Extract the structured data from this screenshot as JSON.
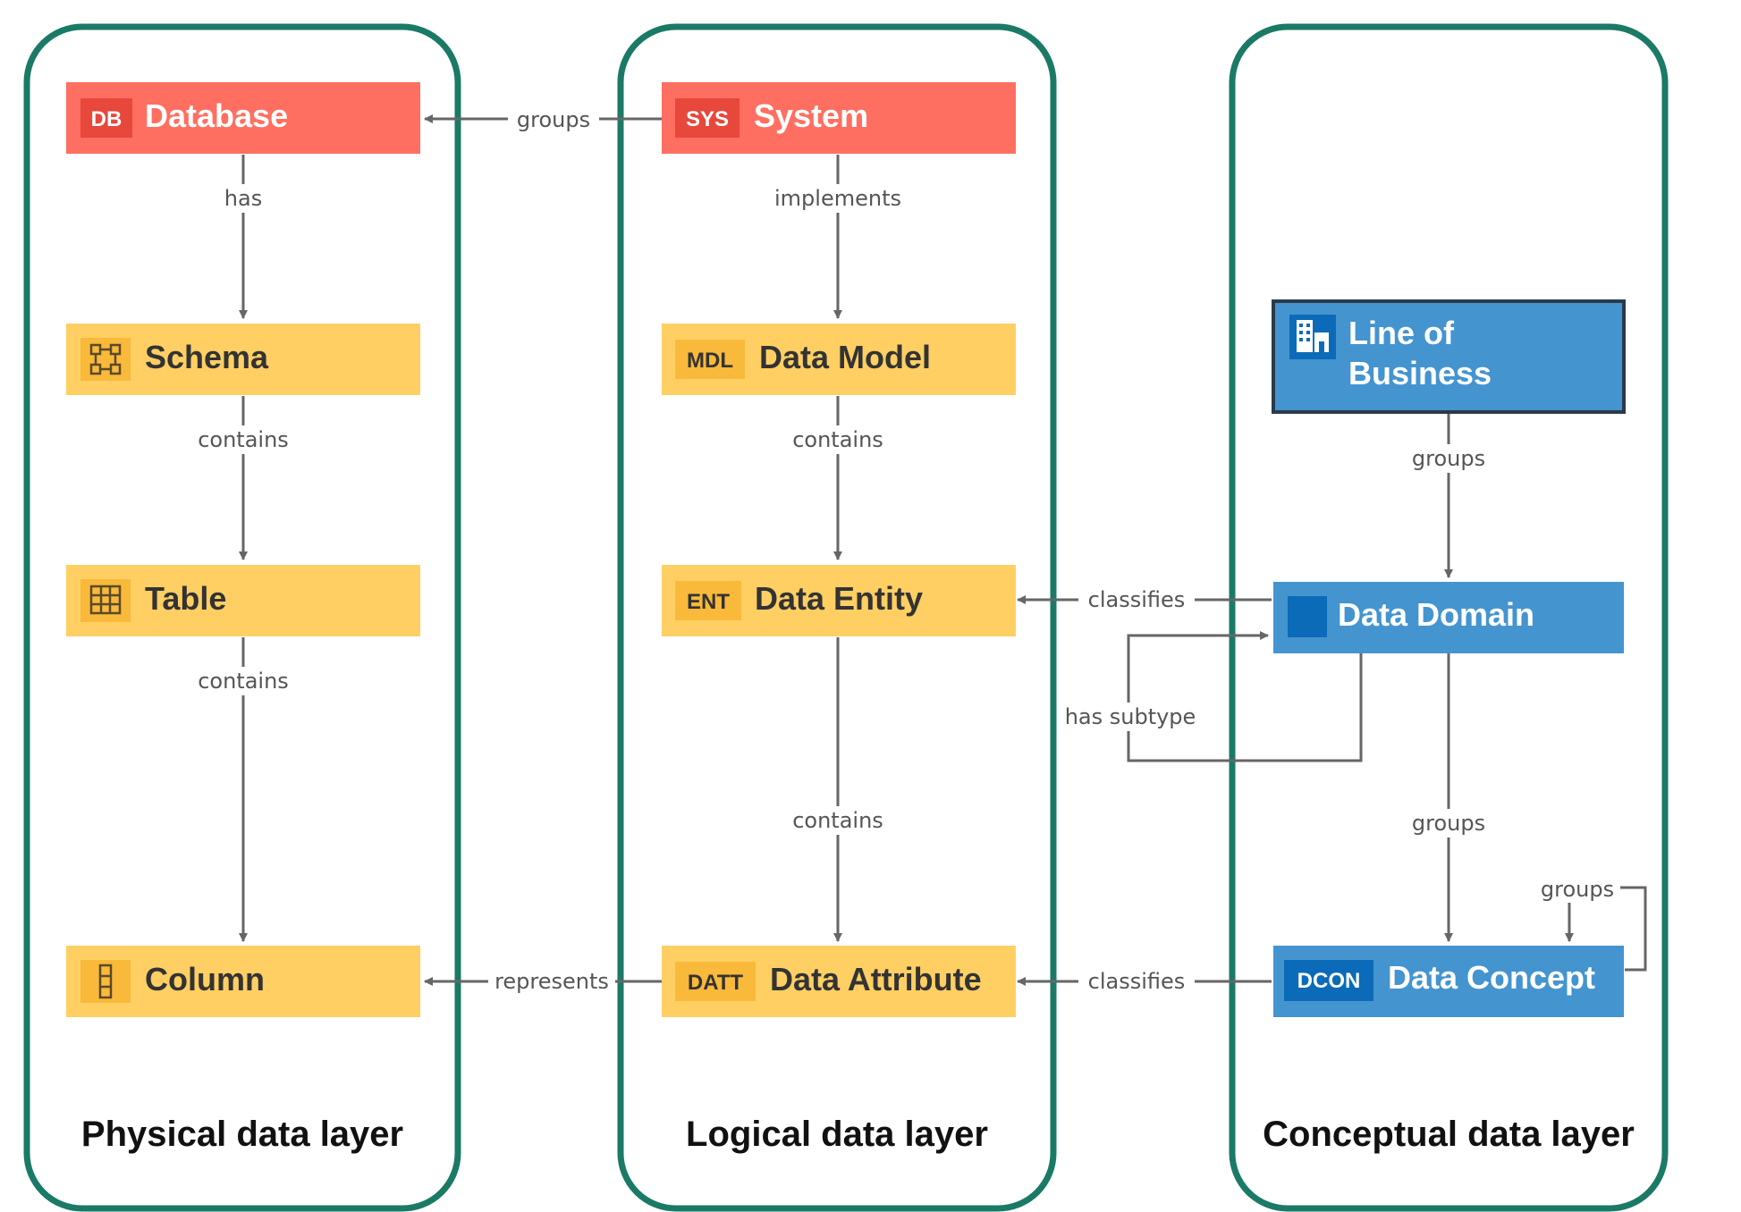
{
  "colors": {
    "layer_border": "#1a7a66",
    "red_node": "#ff6f61",
    "red_badge": "#e8473b",
    "yellow_node": "#ffcf63",
    "yellow_badge": "#f9b93a",
    "yellow_icon": "#5a4a2a",
    "blue_node": "#4494d0",
    "blue_badge": "#0b6bb8",
    "edge": "#666666",
    "edge_label": "#555555"
  },
  "layers": {
    "physical": {
      "title": "Physical data layer"
    },
    "logical": {
      "title": "Logical data layer"
    },
    "conceptual": {
      "title": "Conceptual data layer"
    }
  },
  "nodes": {
    "database": {
      "badge": "DB",
      "label": "Database"
    },
    "schema": {
      "icon": "schema-icon",
      "label": "Schema"
    },
    "table": {
      "icon": "table-icon",
      "label": "Table"
    },
    "column": {
      "icon": "column-icon",
      "label": "Column"
    },
    "system": {
      "badge": "SYS",
      "label": "System"
    },
    "data_model": {
      "badge": "MDL",
      "label": "Data Model"
    },
    "data_entity": {
      "badge": "ENT",
      "label": "Data Entity"
    },
    "data_attribute": {
      "badge": "DATT",
      "label": "Data Attribute"
    },
    "line_of_business": {
      "icon": "building-icon",
      "label_line1": "Line of",
      "label_line2": "Business"
    },
    "data_domain": {
      "icon": "domain-icon",
      "label": "Data Domain"
    },
    "data_concept": {
      "badge": "DCON",
      "label": "Data Concept"
    }
  },
  "edges": {
    "system_groups_database": "groups",
    "database_has_schema": "has",
    "schema_contains_table": "contains",
    "table_contains_column": "contains",
    "system_implements_model": "implements",
    "model_contains_entity": "contains",
    "entity_contains_attribute": "contains",
    "attribute_represents_column": "represents",
    "domain_classifies_entity": "classifies",
    "domain_has_subtype": "has subtype",
    "lob_groups_domain": "groups",
    "domain_groups_concept": "groups",
    "concept_groups_self": "groups",
    "concept_classifies_attribute": "classifies"
  }
}
